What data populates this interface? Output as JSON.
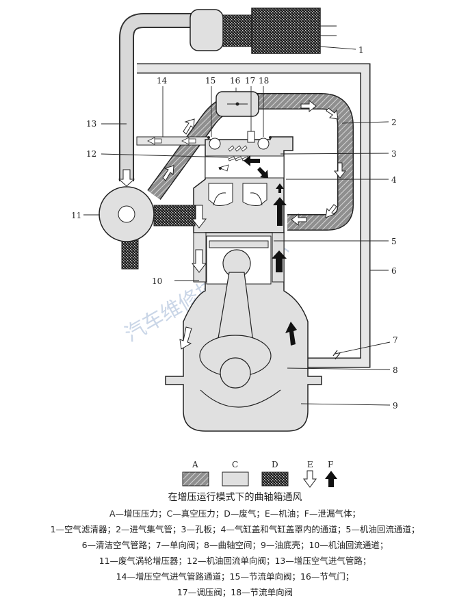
{
  "title": "在增压运行模式下的曲轴箱通风",
  "watermark": "汽车维修技术与知识",
  "callouts": [
    "1",
    "2",
    "3",
    "4",
    "5",
    "6",
    "7",
    "8",
    "9",
    "10",
    "11",
    "12",
    "13",
    "14",
    "15",
    "16",
    "17",
    "18"
  ],
  "legend": [
    {
      "letter": "A",
      "meaning": "增压压力"
    },
    {
      "letter": "C",
      "meaning": "真空压力"
    },
    {
      "letter": "D",
      "meaning": "废气"
    },
    {
      "letter": "E",
      "meaning": "机油"
    },
    {
      "letter": "F",
      "meaning": "泄漏气体"
    }
  ],
  "caption_lines": [
    "A—增压压力；C—真空压力；D—废气；E—机油；F—泄漏气体；",
    "1—空气滤清器；2—进气集气管；3—孔板；4—气缸盖和气缸盖罩内的通道；5—机油回流通道；",
    "6—清洁空气管路；7—单向阀；8—曲轴空间；9—油底壳；10—机油回流通道；",
    "11—废气涡轮增压器；12—机油回流单向阀；13—增压空气进气管路；",
    "14—增压空气进气管路通道；15—节流单向阀；16—节气门；",
    "17—调压阀；18—节流单向阀"
  ]
}
